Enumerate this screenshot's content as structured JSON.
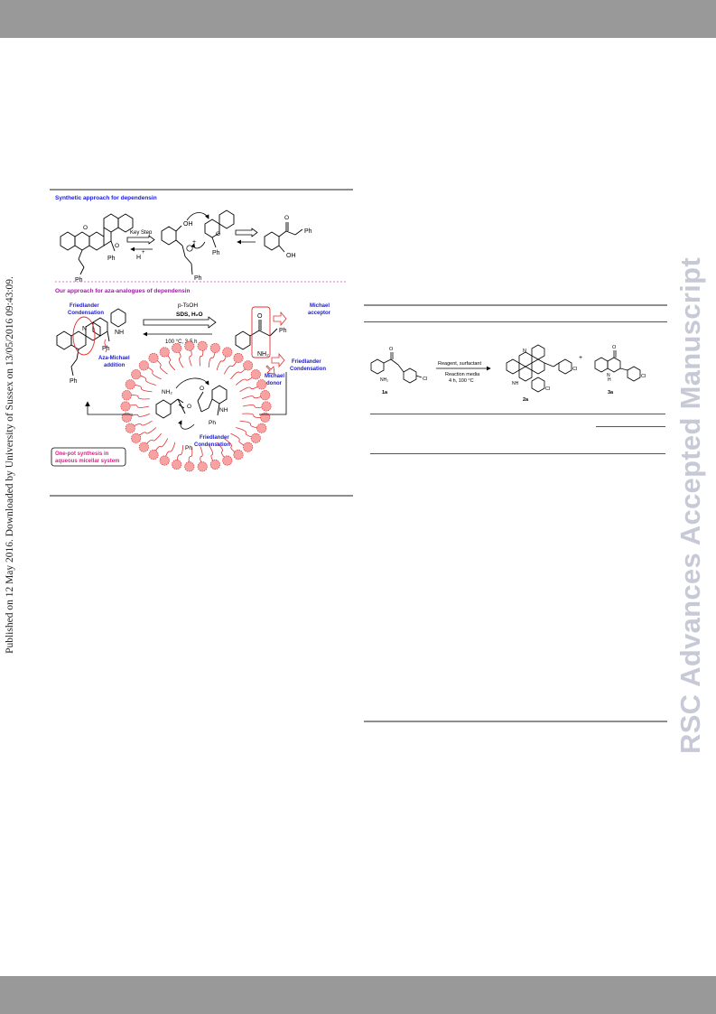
{
  "margin_note": "Published on 12 May 2016. Downloaded by University of Sussex on 13/05/2016 09:43:09.",
  "watermark": "RSC Advances Accepted Manuscript",
  "scheme": {
    "top_heading": "Synthetic approach for dependensin",
    "key_step": "Key Step",
    "h_plus": "H",
    "plus_sign": "+",
    "oh": "OH",
    "o_atom": "O",
    "ph": "Ph",
    "bottom_heading": "Our approach for aza-analogues of dependensin",
    "reagent": "p-TsOH",
    "conditions": "SDS, H₂O",
    "temperature": "100 °C, 3-5 h",
    "friedlander_condensation_1": "Friedlander",
    "friedlander_condensation_2": "Condensation",
    "aza_michael_1": "Aza-Michael",
    "aza_michael_2": "addition",
    "michael_acceptor_1": "Michael",
    "michael_acceptor_2": "acceptor",
    "michael_donor_1": "Michael",
    "michael_donor_2": "donor",
    "nh": "NH",
    "nh2": "NH₂",
    "n_atom": "N",
    "one_pot_1": "One-pot synthesis in",
    "one_pot_2": "aqueous micellar system"
  },
  "reaction": {
    "reagent_line": "Reagent, surfactant",
    "media_line": "Reaction media",
    "conditions_line": "4 h, 100 °C",
    "label_1a": "1a",
    "label_2a": "2a",
    "label_3a": "3a",
    "plus": "+",
    "cl": "Cl",
    "nh2": "NH₂",
    "nh": "NH",
    "n_atom": "N",
    "o_atom": "O",
    "h_atom": "H"
  }
}
